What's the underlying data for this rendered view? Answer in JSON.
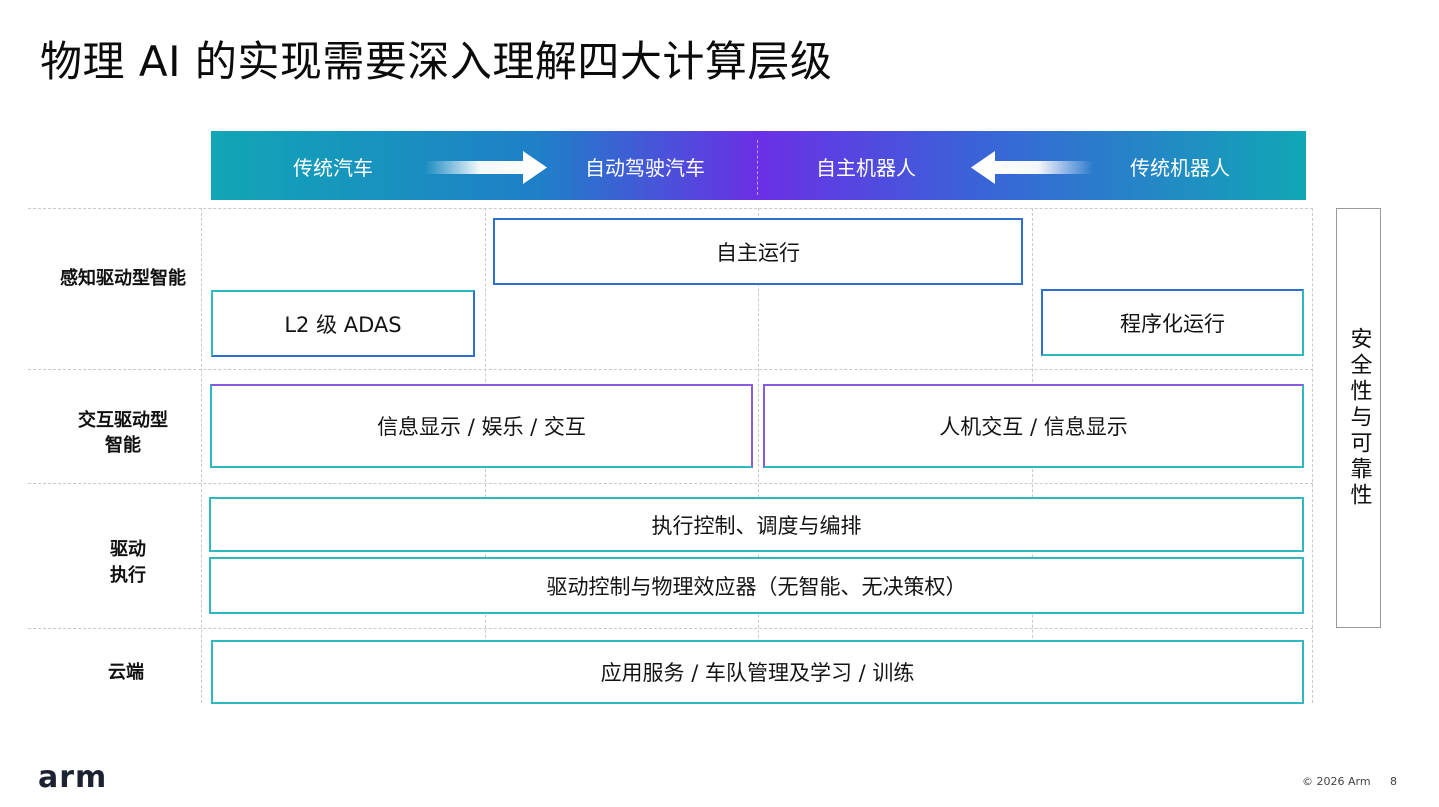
{
  "title": "物理 AI 的实现需要深入理解四大计算层级",
  "banner": {
    "items": [
      "传统汽车",
      "自动驾驶汽车",
      "自主机器人",
      "传统机器人"
    ]
  },
  "rows": {
    "perception": "感知驱动型智能",
    "interaction_line1": "交互驱动型",
    "interaction_line2": "智能",
    "actuation_line1": "驱动",
    "actuation_line2": "执行",
    "cloud": "云端"
  },
  "boxes": {
    "autonomous_operation": "自主运行",
    "l2_adas": "L2 级 ADAS",
    "programmed_operation": "程序化运行",
    "infotainment": "信息显示 / 娱乐 / 交互",
    "hmi": "人机交互 / 信息显示",
    "execution_control": "执行控制、调度与编排",
    "drive_control": "驱动控制与物理效应器（无智能、无决策权）",
    "cloud_services": "应用服务 / 车队管理及学习 / 训练"
  },
  "safety": "安全性与可靠性",
  "footer": {
    "logo": "arm",
    "copyright": "© 2026 Arm",
    "page": "8"
  },
  "colors": {
    "teal": "#2fb8bd",
    "blue": "#2f6fcf",
    "purple": "#8a5ae0",
    "banner_left": "#11a6b5",
    "banner_center": "#6b2fe6"
  },
  "icons": [
    "right-arrow-icon",
    "left-arrow-icon"
  ]
}
